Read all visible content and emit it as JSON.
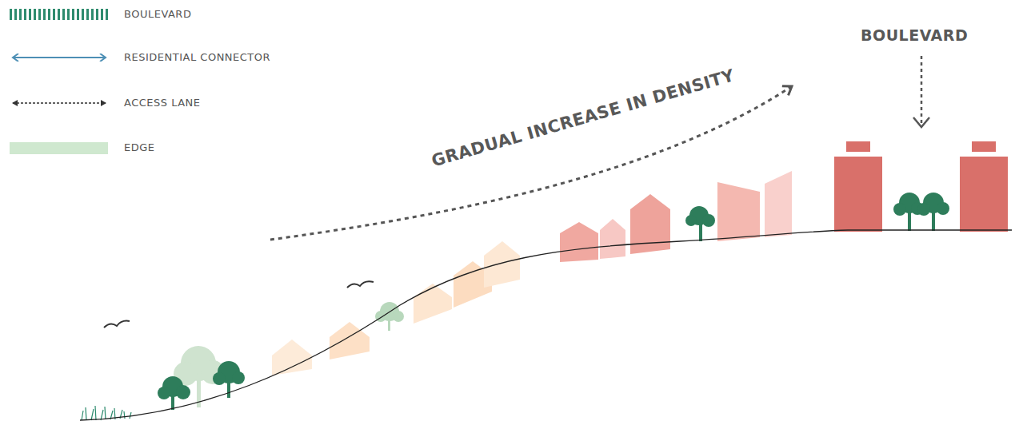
{
  "diagram": {
    "labels": [
      "GRADUAL INCREASE IN DENSITY",
      "BOULEVARD"
    ],
    "legend": [
      {
        "text": "BOULEVARD"
      },
      {
        "text": "RESIDENTIAL CONNECTOR"
      },
      {
        "text": "ACCESS LANE"
      },
      {
        "text": "EDGE",
        "color": "#cfe8cf"
      }
    ]
  }
}
